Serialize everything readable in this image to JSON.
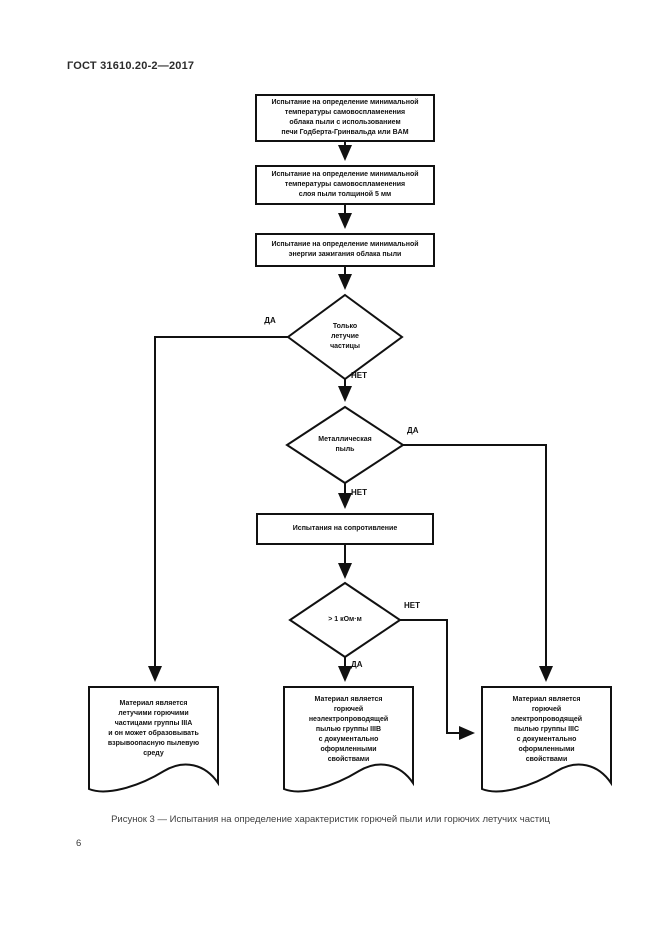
{
  "document": {
    "header": "ГОСТ 31610.20-2—2017",
    "page_number": "6",
    "figure_caption": "Рисунок 3 — Испытания на определение характеристик горючей пыли или горючих летучих частиц"
  },
  "flowchart": {
    "labels": {
      "yes": "ДА",
      "no": "НЕТ"
    },
    "process_boxes": {
      "min_ignition_temp_cloud": "Испытание на определение минимальной\nтемпературы самовоспламенения\nоблака пыли с использованием\nпечи Годберта-Гринвальда или BAM",
      "min_ignition_temp_layer": "Испытание на определение минимальной\nтемпературы самовоспламенения\nслоя пыли толщиной 5 мм",
      "min_ignition_energy": "Испытание на определение минимальной\nэнергии зажигания облака пыли",
      "resistance_test": "Испытания на сопротивление"
    },
    "decisions": {
      "only_flyings": "Только\nлетучие\nчастицы",
      "metal_dust": "Металлическая\nпыль",
      "resistivity": "> 1 кОм·м"
    },
    "documents": {
      "group_iiia": "Материал является\nлетучими горючими\nчастицами группы IIIA\nи он может образовывать\nвзрывоопасную пылевую\nсреду",
      "group_iiib": "Материал является\nгорючей\nнеэлектропроводящей\nпылью группы IIIB\nс документально\nоформленными\nсвойствами",
      "group_iiic": "Материал является\nгорючей\nэлектропроводящей\nпылью группы IIIC\nс документально\nоформленными\nсвойствами"
    }
  }
}
